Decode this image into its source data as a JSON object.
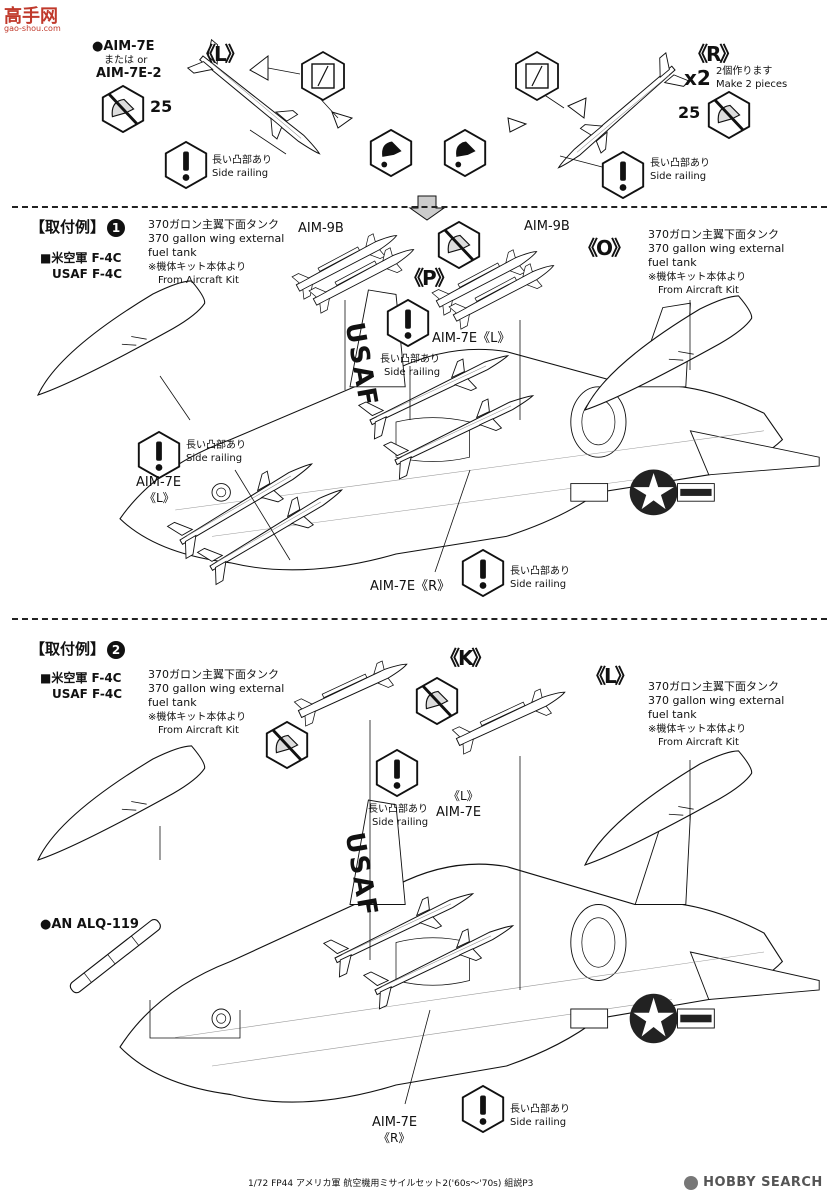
{
  "watermark": {
    "logo_chars": "高手网",
    "logo_url_text": "gao-shou.com"
  },
  "top": {
    "part_name_1": "●AIM-7E",
    "part_or_jp": "または",
    "part_or_en": "or",
    "part_name_2": "AIM-7E-2",
    "left_tag": "《L》",
    "right_tag": "《R》",
    "part_num_left": "25",
    "part_num_right": "25",
    "make_jp": "2個作ります",
    "make_en": "Make 2 pieces",
    "make_x": "x2",
    "railing_jp": "長い凸部あり",
    "railing_en": "Side railing"
  },
  "example1": {
    "title_jp": "【取付例】",
    "num": "1",
    "aircraft_jp": "■米空軍 F-4C",
    "aircraft_en": "USAF F-4C",
    "tank_jp": "370ガロン主翼下面タンク",
    "tank_en1": "370 gallon wing external",
    "tank_en2": "fuel tank",
    "kit_jp": "※機体キット本体より",
    "kit_en": "From Aircraft Kit",
    "aim9b_left": "AIM-9B",
    "aim9b_right": "AIM-9B",
    "tag_p": "《P》",
    "tag_o": "《O》",
    "aim7e_l": "AIM-7E《L》",
    "railing_jp": "長い凸部あり",
    "railing_en": "Side railing",
    "aim7e_left_label": "AIM-7E",
    "aim7e_left_tag": "《L》",
    "aim7e_r": "AIM-7E《R》",
    "usaf_text": "USAF"
  },
  "example2": {
    "title_jp": "【取付例】",
    "num": "2",
    "aircraft_jp": "■米空軍 F-4C",
    "aircraft_en": "USAF F-4C",
    "tank_jp": "370ガロン主翼下面タンク",
    "tank_en1": "370 gallon wing external",
    "tank_en2": "fuel tank",
    "kit_jp": "※機体キット本体より",
    "kit_en": "From Aircraft Kit",
    "tag_k": "《K》",
    "tag_l": "《L》",
    "railing_jp": "長い凸部あり",
    "railing_en": "Side railing",
    "aim7e_l_tag": "《L》",
    "aim7e_l_name": "AIM-7E",
    "alq": "●AN ALQ-119",
    "aim7e_r_name": "AIM-7E",
    "aim7e_r_tag": "《R》",
    "usaf_text": "USAF"
  },
  "footer": {
    "caption": "1/72 FP44 アメリカ軍 航空機用ミサイルセット2('60s〜'70s) 組説P3",
    "brand": "HOBBY SEARCH"
  }
}
